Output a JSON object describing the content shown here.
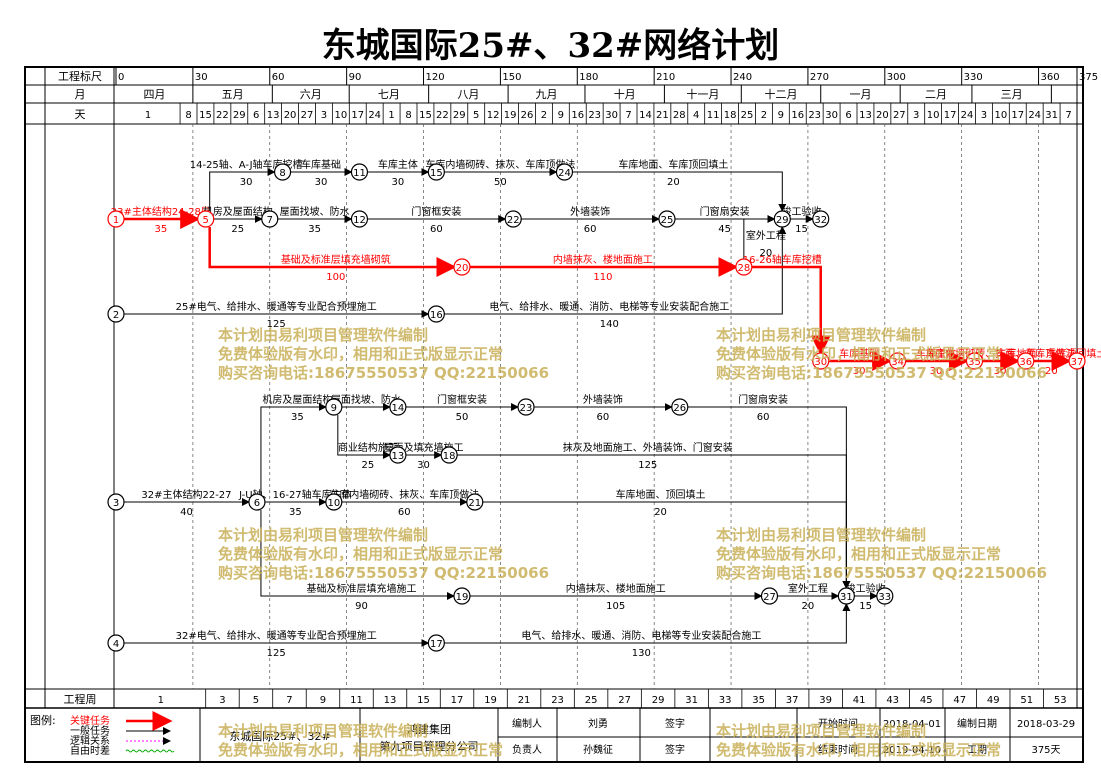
{
  "title": "东城国际25#、32#网络计划",
  "header": {
    "scale_label": "工程标尺",
    "month_label": "月",
    "day_label": "天",
    "week_label": "工程周",
    "scale_ticks": [
      "0",
      "30",
      "60",
      "90",
      "120",
      "150",
      "180",
      "210",
      "240",
      "270",
      "300",
      "330",
      "360",
      "375"
    ],
    "months": [
      {
        "label": "四月",
        "from": 0,
        "to": 30
      },
      {
        "label": "五月",
        "from": 30,
        "to": 61
      },
      {
        "label": "六月",
        "from": 61,
        "to": 91
      },
      {
        "label": "七月",
        "from": 91,
        "to": 122
      },
      {
        "label": "八月",
        "from": 122,
        "to": 153
      },
      {
        "label": "九月",
        "from": 153,
        "to": 183
      },
      {
        "label": "十月",
        "from": 183,
        "to": 214
      },
      {
        "label": "十一月",
        "from": 214,
        "to": 244
      },
      {
        "label": "十二月",
        "from": 244,
        "to": 275
      },
      {
        "label": "一月",
        "from": 275,
        "to": 306
      },
      {
        "label": "二月",
        "from": 306,
        "to": 334
      },
      {
        "label": "三月",
        "from": 334,
        "to": 365
      }
    ],
    "days": [
      "1",
      "8",
      "15",
      "22",
      "29",
      "6",
      "13",
      "20",
      "27",
      "3",
      "10",
      "17",
      "24",
      "1",
      "8",
      "15",
      "22",
      "29",
      "5",
      "12",
      "19",
      "26",
      "2",
      "9",
      "16",
      "23",
      "30",
      "7",
      "14",
      "21",
      "28",
      "4",
      "11",
      "18",
      "25",
      "2",
      "9",
      "16",
      "23",
      "30",
      "6",
      "13",
      "20",
      "27",
      "3",
      "10",
      "17",
      "24",
      "3",
      "10",
      "17",
      "24",
      "31",
      "7"
    ],
    "weeks": [
      "1",
      "3",
      "5",
      "7",
      "9",
      "11",
      "13",
      "15",
      "17",
      "19",
      "21",
      "23",
      "25",
      "27",
      "29",
      "31",
      "33",
      "35",
      "37",
      "39",
      "41",
      "43",
      "45",
      "47",
      "49",
      "51",
      "53"
    ]
  },
  "nodes": [
    {
      "id": "1",
      "t": 0,
      "row": "A",
      "critical": true
    },
    {
      "id": "5",
      "t": 35,
      "row": "A",
      "critical": true
    },
    {
      "id": "7",
      "t": 60,
      "row": "A"
    },
    {
      "id": "8",
      "t": 65,
      "row": "T"
    },
    {
      "id": "11",
      "t": 95,
      "row": "T"
    },
    {
      "id": "12",
      "t": 95,
      "row": "A"
    },
    {
      "id": "15",
      "t": 125,
      "row": "T"
    },
    {
      "id": "22",
      "t": 155,
      "row": "A"
    },
    {
      "id": "24",
      "t": 175,
      "row": "T"
    },
    {
      "id": "25",
      "t": 215,
      "row": "A"
    },
    {
      "id": "29",
      "t": 260,
      "row": "A"
    },
    {
      "id": "32",
      "t": 275,
      "row": "A"
    },
    {
      "id": "20",
      "t": 135,
      "row": "C",
      "critical": true
    },
    {
      "id": "28",
      "t": 245,
      "row": "C",
      "critical": true
    },
    {
      "id": "2",
      "t": 0,
      "row": "D"
    },
    {
      "id": "16",
      "t": 125,
      "row": "D"
    },
    {
      "id": "30",
      "t": 275,
      "row": "E",
      "critical": true
    },
    {
      "id": "34",
      "t": 305,
      "row": "E",
      "critical": true
    },
    {
      "id": "35",
      "t": 335,
      "row": "E",
      "critical": true
    },
    {
      "id": "36",
      "t": 355,
      "row": "E",
      "critical": true
    },
    {
      "id": "37",
      "t": 375,
      "row": "E",
      "critical": true
    },
    {
      "id": "9",
      "t": 85,
      "row": "F"
    },
    {
      "id": "14",
      "t": 110,
      "row": "F"
    },
    {
      "id": "23",
      "t": 160,
      "row": "F"
    },
    {
      "id": "26",
      "t": 220,
      "row": "F"
    },
    {
      "id": "13",
      "t": 110,
      "row": "G"
    },
    {
      "id": "18",
      "t": 130,
      "row": "G"
    },
    {
      "id": "3",
      "t": 0,
      "row": "H"
    },
    {
      "id": "6",
      "t": 55,
      "row": "H"
    },
    {
      "id": "10",
      "t": 85,
      "row": "H"
    },
    {
      "id": "21",
      "t": 140,
      "row": "H"
    },
    {
      "id": "19",
      "t": 135,
      "row": "I"
    },
    {
      "id": "27",
      "t": 255,
      "row": "I"
    },
    {
      "id": "31",
      "t": 285,
      "row": "I"
    },
    {
      "id": "33",
      "t": 300,
      "row": "I"
    },
    {
      "id": "4",
      "t": 0,
      "row": "J"
    },
    {
      "id": "17",
      "t": 125,
      "row": "J"
    }
  ],
  "tasks": [
    {
      "from": "1",
      "to": "5",
      "label": "23#主体结构24-28层",
      "dur": "35",
      "critical": true
    },
    {
      "from": "5",
      "to": "8",
      "label": "14-25轴、A-J轴车库挖槽",
      "dur": "30"
    },
    {
      "from": "8",
      "to": "11",
      "label": "车库基础",
      "dur": "30"
    },
    {
      "from": "11",
      "to": "15",
      "label": "车库主体",
      "dur": "30"
    },
    {
      "from": "15",
      "to": "24",
      "label": "车库内墙砌砖、抹灰、车库顶做法",
      "dur": "50"
    },
    {
      "from": "24",
      "to": "29",
      "label": "车库地面、车库顶回填土",
      "dur": "20",
      "float": true
    },
    {
      "from": "5",
      "to": "7",
      "label": "机房及屋面结构",
      "dur": "25"
    },
    {
      "from": "7",
      "to": "12",
      "label": "屋面找坡、防水",
      "dur": "35"
    },
    {
      "from": "12",
      "to": "22",
      "label": "门窗框安装",
      "dur": "60"
    },
    {
      "from": "22",
      "to": "25",
      "label": "外墙装饰",
      "dur": "60"
    },
    {
      "from": "25",
      "to": "29",
      "label": "门窗扇安装",
      "dur": "45"
    },
    {
      "from": "29",
      "to": "32",
      "label": "竣工验收",
      "dur": "15"
    },
    {
      "from": "5",
      "to": "20",
      "label": "基础及标准层填充墙砌筑",
      "dur": "100",
      "critical": true
    },
    {
      "from": "20",
      "to": "28",
      "label": "内墙抹灰、楼地面施工",
      "dur": "110",
      "critical": true
    },
    {
      "from": "28",
      "to": "29",
      "label": "室外工程",
      "dur": "20"
    },
    {
      "from": "2",
      "to": "16",
      "label": "25#电气、给排水、暖通等专业配合预埋施工",
      "dur": "125"
    },
    {
      "from": "16",
      "to": "29",
      "label": "电气、给排水、暖通、消防、电梯等专业安装配合施工",
      "dur": "140"
    },
    {
      "from": "28",
      "to": "30",
      "label": "16-26轴车库挖槽",
      "dur": "",
      "critical": true
    },
    {
      "from": "30",
      "to": "34",
      "label": "车库基础",
      "dur": "30",
      "critical": true
    },
    {
      "from": "34",
      "to": "35",
      "label": "车库主体",
      "dur": "30",
      "critical": true
    },
    {
      "from": "35",
      "to": "36",
      "label": "车库内墙砌砖、抹面、车库顶做法",
      "dur": "30",
      "critical": true
    },
    {
      "from": "36",
      "to": "37",
      "label": "车库地面、车库顶回填土",
      "dur": "20",
      "critical": true
    },
    {
      "from": "6",
      "to": "9",
      "label": "机房及屋面结构",
      "dur": "35"
    },
    {
      "from": "9",
      "to": "14",
      "label": "屋面找坡、防水",
      "dur": ""
    },
    {
      "from": "14",
      "to": "23",
      "label": "门窗框安装",
      "dur": "50"
    },
    {
      "from": "23",
      "to": "26",
      "label": "外墙装饰",
      "dur": "60"
    },
    {
      "from": "26",
      "to": "31",
      "label": "门窗扇安装",
      "dur": "60"
    },
    {
      "from": "9",
      "to": "13",
      "label": "商业结构施工",
      "dur": "25"
    },
    {
      "from": "13",
      "to": "18",
      "label": "屋面及填充墙施工",
      "dur": "30"
    },
    {
      "from": "18",
      "to": "31",
      "label": "抹灰及地面施工、外墙装饰、门窗安装",
      "dur": "125",
      "float": true
    },
    {
      "from": "3",
      "to": "6",
      "label": "32#主体结构22-27",
      "dur": "40"
    },
    {
      "from": "6",
      "to": "10",
      "label": "J-U轴、16-27轴车库主体",
      "dur": "35"
    },
    {
      "from": "10",
      "to": "21",
      "label": "车库内墙砌砖、抹灰、车库顶做法",
      "dur": "60"
    },
    {
      "from": "21",
      "to": "31",
      "label": "车库地面、顶回填土",
      "dur": "20",
      "float": true
    },
    {
      "from": "6",
      "to": "19",
      "label": "基础及标准层填充墙施工",
      "dur": "90"
    },
    {
      "from": "19",
      "to": "27",
      "label": "内墙抹灰、楼地面施工",
      "dur": "105"
    },
    {
      "from": "27",
      "to": "31",
      "label": "室外工程",
      "dur": "20"
    },
    {
      "from": "31",
      "to": "33",
      "label": "竣工验收",
      "dur": "15"
    },
    {
      "from": "4",
      "to": "17",
      "label": "32#电气、给排水、暖通等专业配合预埋施工",
      "dur": "125"
    },
    {
      "from": "17",
      "to": "31",
      "label": "电气、给排水、暖通、消防、电梯等专业安装配合施工",
      "dur": "130"
    }
  ],
  "watermark": {
    "line1": "本计划由易利项目管理软件编制",
    "line2": "免费体验版有水印，相用和正式版显示正常",
    "line3": "购买咨询电话:18675550537 QQ:22150066"
  },
  "legend": {
    "label": "图例:",
    "items": [
      {
        "name": "关键任务",
        "color": "#ff0000"
      },
      {
        "name": "一般任务",
        "color": "#000000"
      },
      {
        "name": "逻辑关系",
        "color": "#ff00ff"
      },
      {
        "name": "自由时差",
        "color": "#00aa00"
      }
    ]
  },
  "footer": {
    "project": "东城国际25#、32#",
    "company": "鸿建集团",
    "division": "第九项目管理分公司",
    "preparer_label": "编制人",
    "preparer": "刘勇",
    "sign_label1": "签字",
    "owner_label": "负责人",
    "owner": "孙魏征",
    "sign_label2": "签字",
    "start_label": "开始时间",
    "start": "2018-04-01",
    "end_label": "结束时间",
    "end": "2019-04-10",
    "date_label": "编制日期",
    "date": "2018-03-29",
    "period_label": "工期",
    "period": "375天"
  },
  "colors": {
    "critical": "#ff0000",
    "normal": "#000000",
    "float": "#00aa00",
    "watermark": "#c8b058"
  }
}
